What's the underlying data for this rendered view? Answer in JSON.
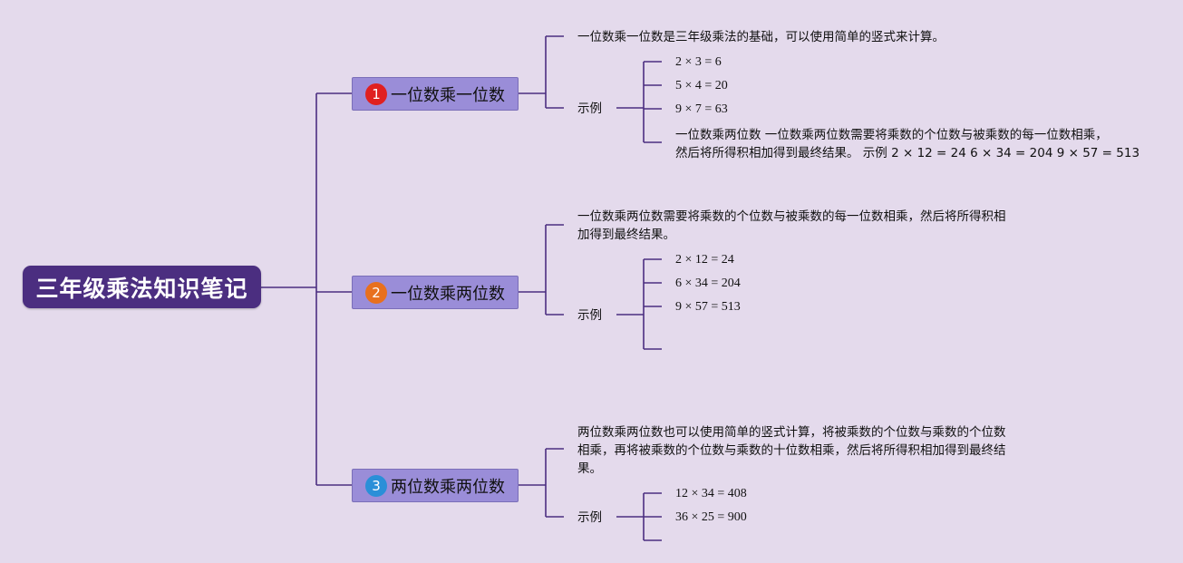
{
  "root": {
    "title": "三年级乘法知识笔记"
  },
  "branches": [
    {
      "number": "1",
      "badge_color": "#e02020",
      "label": "一位数乘一位数",
      "description": [
        "一位数乘一位数是三年级乘法的基础，可以使用简单的竖式来计算。"
      ],
      "example_label": "示例",
      "examples": [
        "2 × 3 = 6",
        "5 × 4 = 20",
        "9 × 7 = 63"
      ],
      "extra_note": [
        "一位数乘两位数 一位数乘两位数需要将乘数的个位数与被乘数的每一位数相乘，",
        "然后将所得积相加得到最终结果。 示例 2 × 12 = 24 6 × 34 = 204 9 × 57 = 513"
      ]
    },
    {
      "number": "2",
      "badge_color": "#e8701e",
      "label": "一位数乘两位数",
      "description": [
        "一位数乘两位数需要将乘数的个位数与被乘数的每一位数相乘，然后将所得积相",
        "加得到最终结果。"
      ],
      "example_label": "示例",
      "examples": [
        "2 × 12 = 24",
        "6 × 34 = 204",
        "9 × 57 = 513"
      ]
    },
    {
      "number": "3",
      "badge_color": "#2a8fd8",
      "label": "两位数乘两位数",
      "description": [
        "两位数乘两位数也可以使用简单的竖式计算，将被乘数的个位数与乘数的个位数",
        "相乘，再将被乘数的个位数与乘数的十位数相乘，然后将所得积相加得到最终结",
        "果。"
      ],
      "example_label": "示例",
      "examples": [
        "12 × 34 = 408",
        "36 × 25 = 900"
      ]
    }
  ],
  "colors": {
    "line": "#4b2e80",
    "root_bg": "#4b2e80",
    "branch_bg": "#9a8dd8",
    "canvas_bg": "#e4daec"
  }
}
